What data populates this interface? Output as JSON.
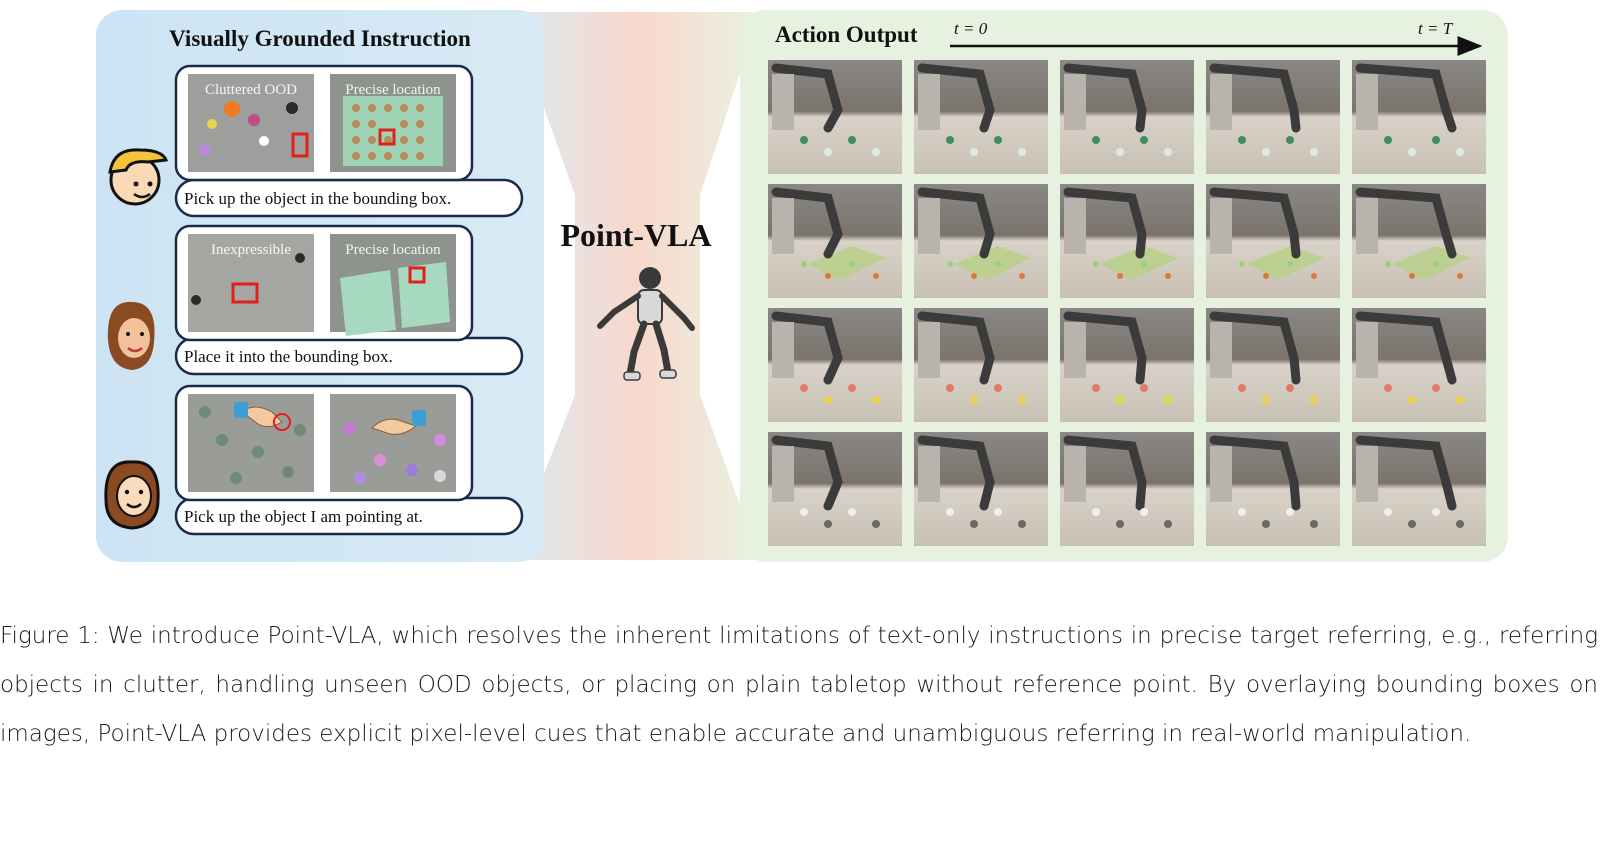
{
  "left_panel": {
    "title": "Visually Grounded Instruction",
    "rows": [
      {
        "img_a_label": "Cluttered OOD",
        "img_b_label": "Precise location",
        "instruction": "Pick up the object in the bounding box."
      },
      {
        "img_a_label": "Inexpressible",
        "img_b_label": "Precise location",
        "instruction": "Place it into the bounding box."
      },
      {
        "img_a_label": "",
        "img_b_label": "",
        "instruction": "Pick up the object I am pointing at."
      }
    ]
  },
  "center": {
    "model_name": "Point-VLA"
  },
  "right_panel": {
    "title": "Action Output",
    "t_start": "t = 0",
    "t_end": "t = T",
    "grid_rows": 4,
    "grid_cols": 5
  },
  "caption": "Figure 1: We introduce Point-VLA, which resolves the inherent limitations of text-only instructions in precise target referring, e.g., referring objects in clutter, handling unseen OOD objects, or placing on plain tabletop without reference point. By overlaying bounding boxes on images, Point-VLA provides explicit pixel-level cues that enable accurate and unambiguous referring in real-world manipulation.",
  "colors": {
    "left_panel_bg": "#cfe6f5",
    "right_panel_bg": "#e6f3e0",
    "connector_bg": "#f7d9cf",
    "bbox_red": "#e0201c"
  }
}
